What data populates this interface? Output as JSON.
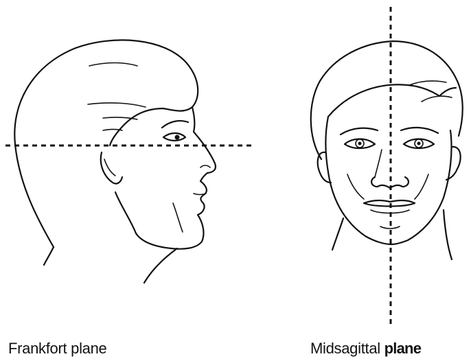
{
  "figure": {
    "captions": {
      "profile": "Frankfort plane",
      "frontal_prefix": "Midsagittal ",
      "frontal_emphasis": "plane"
    },
    "line_color": "#111111",
    "background": "#ffffff"
  }
}
